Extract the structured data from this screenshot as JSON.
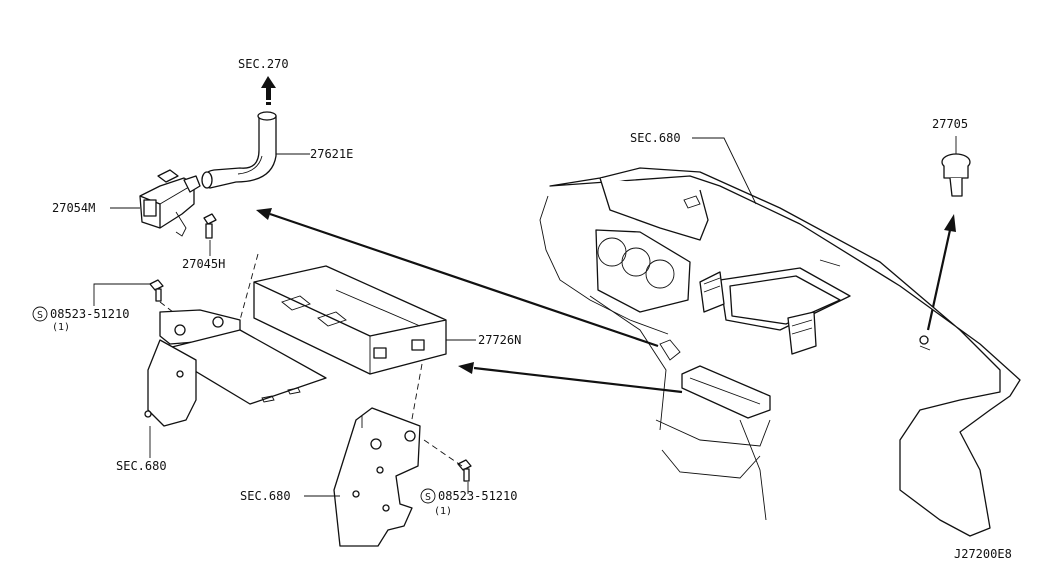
{
  "labels": {
    "sec270": "SEC.270",
    "p27621e": "27621E",
    "p27054m": "27054M",
    "p27045h": "27045H",
    "screw1_num": "08523-51210",
    "screw1_qty": "(1)",
    "sec680_left": "SEC.680",
    "p27726n": "27726N",
    "sec680_bottom": "SEC.680",
    "screw2_num": "08523-51210",
    "screw2_qty": "(1)",
    "sec680_top": "SEC.680",
    "p27705": "27705",
    "drawing_no": "J27200E8",
    "screw_symbol": "S"
  }
}
